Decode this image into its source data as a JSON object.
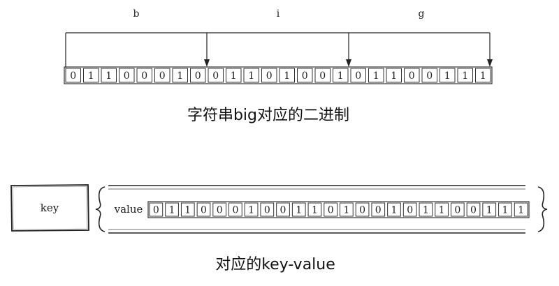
{
  "top": {
    "letters": [
      "b",
      "i",
      "g"
    ],
    "bits": [
      "0",
      "1",
      "1",
      "0",
      "0",
      "0",
      "1",
      "0",
      "0",
      "1",
      "1",
      "0",
      "1",
      "0",
      "0",
      "1",
      "0",
      "1",
      "1",
      "0",
      "0",
      "1",
      "1",
      "1"
    ],
    "caption": "字符串big对应的二进制"
  },
  "bottom": {
    "key_label": "key",
    "value_label": "value",
    "bits": [
      "0",
      "1",
      "1",
      "0",
      "0",
      "0",
      "1",
      "0",
      "0",
      "1",
      "1",
      "0",
      "1",
      "0",
      "0",
      "1",
      "0",
      "1",
      "1",
      "0",
      "0",
      "1",
      "1",
      "1"
    ],
    "caption": "对应的key-value"
  },
  "colors": {
    "ink": "#222222",
    "cell_stroke": "#333333"
  }
}
